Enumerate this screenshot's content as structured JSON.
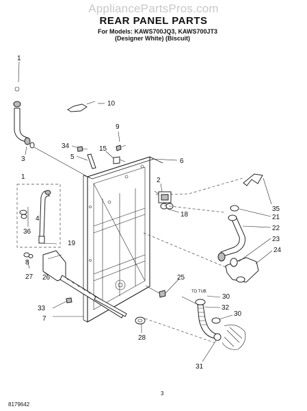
{
  "header": {
    "watermark": "AppliancePartsPros.com",
    "title": "REAR PANEL PARTS",
    "models_line": "For Models: KAWS700JQ3, KAWS700JT3",
    "variants_line": "(Designer White)   (Biscuit)"
  },
  "callouts": [
    "1",
    "1",
    "3",
    "10",
    "9",
    "34",
    "5",
    "15",
    "6",
    "2",
    "35",
    "21",
    "22",
    "4",
    "36",
    "18",
    "19",
    "23",
    "24",
    "8",
    "27",
    "26",
    "25",
    "30",
    "32",
    "30",
    "33",
    "7",
    "28",
    "31"
  ],
  "inline_text": {
    "to_tub": "TO TUB"
  },
  "footer": {
    "doc_code": "8179642",
    "page_number": "3"
  }
}
